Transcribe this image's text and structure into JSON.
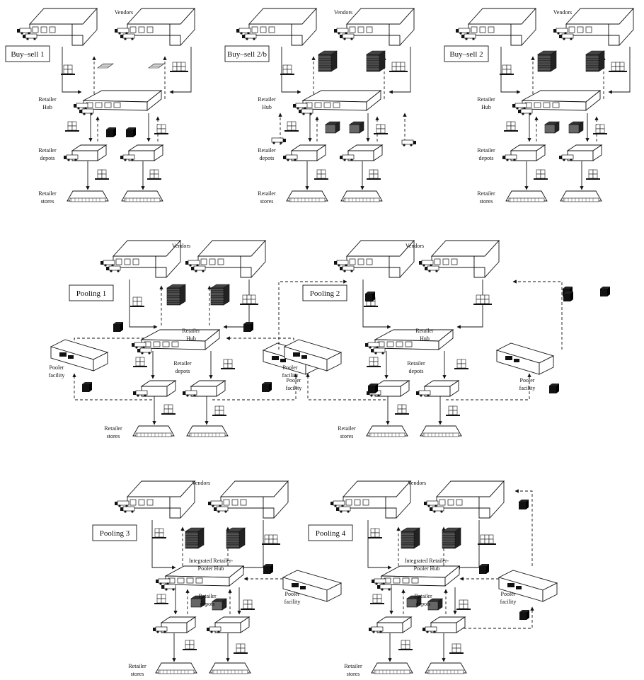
{
  "labels": {
    "vendors": "Vendors",
    "retailer": "Retailer",
    "hub": "Hub",
    "depots": "depots",
    "stores": "stores",
    "pooler": "Pooler",
    "facility": "facility",
    "integrated_line1": "Integrated Retailer-",
    "integrated_line2": "Pooler Hub"
  },
  "panels": [
    {
      "id": "bs1",
      "title": "Buy–sell 1"
    },
    {
      "id": "bs2b",
      "title": "Buy–sell 2/b"
    },
    {
      "id": "bs2",
      "title": "Buy–sell 2"
    },
    {
      "id": "p1",
      "title": "Pooling 1"
    },
    {
      "id": "p2",
      "title": "Pooling 2"
    },
    {
      "id": "p3",
      "title": "Pooling 3"
    },
    {
      "id": "p4",
      "title": "Pooling 4"
    }
  ],
  "colors": {
    "stroke": "#111111",
    "fill": "#ffffff",
    "dark": "#111111"
  }
}
